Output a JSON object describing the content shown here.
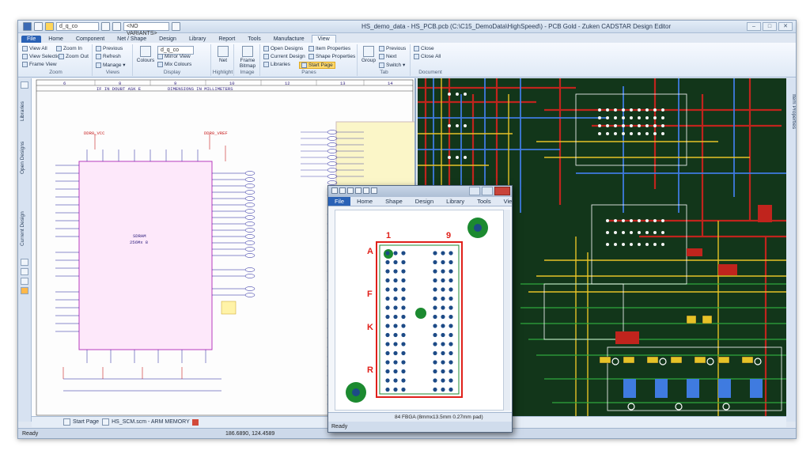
{
  "window": {
    "title": "HS_demo_data - HS_PCB.pcb (C:\\C15_DemoData\\HighSpeed\\) - PCB Gold - Zuken CADSTAR Design Editor",
    "layer_combo": "d_q_co",
    "variant_combo": "<NO VARIANTS>",
    "buttons": [
      "–",
      "□",
      "✕"
    ]
  },
  "ribbon_tabs": [
    "File",
    "Home",
    "Component",
    "Net / Shape",
    "Design",
    "Library",
    "Report",
    "Tools",
    "Manufacture",
    "View"
  ],
  "active_tab": "View",
  "ribbon": {
    "zoom": {
      "label": "Zoom",
      "items": [
        "View All",
        "Zoom In",
        "View Selection",
        "Zoom Out",
        "Frame View"
      ]
    },
    "views": {
      "label": "Views",
      "items": [
        "Previous",
        "Refresh",
        "Manage ▾"
      ]
    },
    "display": {
      "label": "Display",
      "colours": "Colours",
      "combo": "d_q_co",
      "items": [
        "Mirror View",
        "Mix Colours"
      ]
    },
    "highlight": {
      "label": "Highlight",
      "net": "Net"
    },
    "image": {
      "label": "Image",
      "frame": "Frame Bitmap"
    },
    "panes": {
      "label": "Panes",
      "items": [
        "Open Designs",
        "Item Properties",
        "Current Design",
        "Shape Properties",
        "Libraries",
        "Start Page"
      ]
    },
    "tab": {
      "label": "Tab",
      "group": "Group",
      "items": [
        "Previous",
        "Next",
        "Switch ▾"
      ]
    },
    "document": {
      "label": "Document",
      "items": [
        "Close",
        "Close All"
      ]
    }
  },
  "side_panes": {
    "left": [
      "Libraries",
      "Open Designs",
      "Current Design"
    ],
    "right": "Item Properties"
  },
  "document_tabs": [
    "Start Page",
    "HS_SCM.scm - ARM MEMORY"
  ],
  "status": {
    "ready": "Ready",
    "coords": "186.6890, 124.4589"
  },
  "schematic": {
    "note1": "IF IN DOUBT ASK E",
    "note2": "DIMENSIONS IN MILLIMETERS",
    "grid_numbers": [
      "6",
      "8",
      "9",
      "10",
      "12",
      "13",
      "14"
    ],
    "chip_name": "SDRAM",
    "chip_sub": "256Mx 8",
    "net_vref": "DDR0_VREF",
    "net_vcc": "DDR0_VCC"
  },
  "footprint_window": {
    "menu": [
      "File",
      "Home",
      "Shape",
      "Design",
      "Library",
      "Tools",
      "View"
    ],
    "row_labels": [
      "A",
      "F",
      "K",
      "R"
    ],
    "col_labels": [
      "1",
      "9"
    ],
    "status_text": "84 FBGA (8mmx13.5mm 0.27mm pad)",
    "ready": "Ready",
    "colors": {
      "outline": "#e0201a",
      "pad": "#1d4b87",
      "mount": "#1c8a30"
    }
  }
}
